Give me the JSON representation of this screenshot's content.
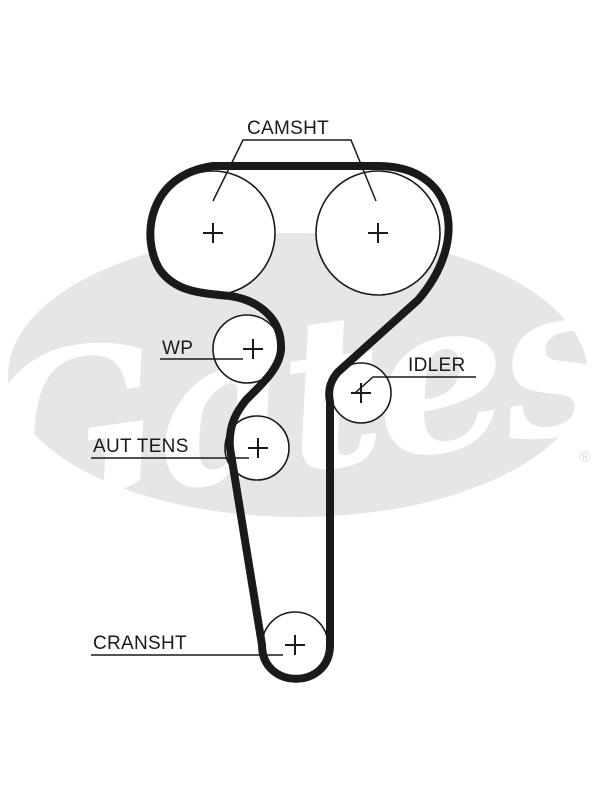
{
  "logo": {
    "text": "Gates",
    "registered": "®",
    "color": "#e6e6e6"
  },
  "labels": {
    "camshaft": "CAMSHT",
    "water_pump": "WP",
    "idler": "IDLER",
    "auto_tensioner": "AUT TENS",
    "crankshaft": "CRANSHT"
  },
  "colors": {
    "belt": "#1a1a1a",
    "line": "#1a1a1a",
    "background": "#ffffff"
  }
}
